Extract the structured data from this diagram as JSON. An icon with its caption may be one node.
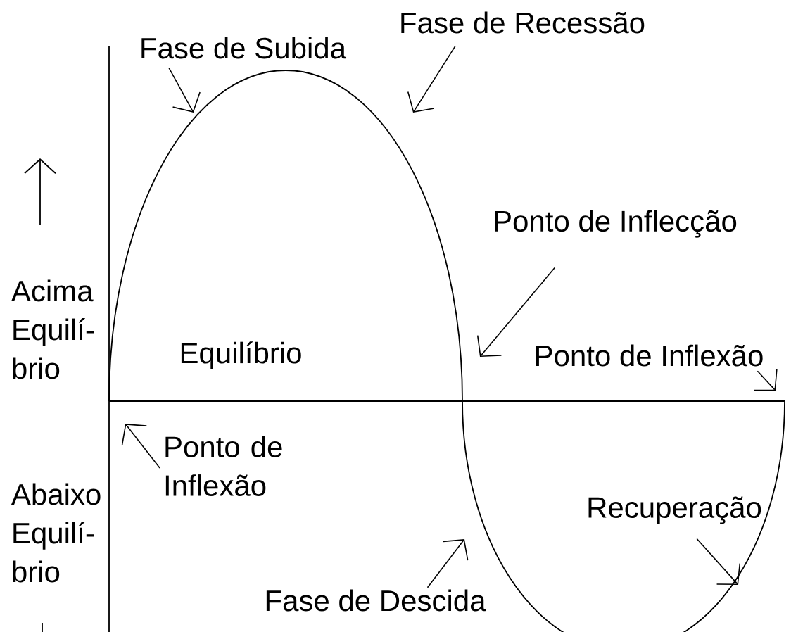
{
  "diagram": {
    "nodes": [
      {
        "text": [
          "Fase de Subida"
        ]
      },
      {
        "text": [
          "Fase de Recessão"
        ]
      },
      {
        "text": [
          "Ponto de Inflecção"
        ]
      },
      {
        "text": [
          "Ponto de Inflexão"
        ]
      },
      {
        "text": [
          "Ponto de Inflexão"
        ]
      },
      {
        "text": [
          "Recuperação"
        ]
      },
      {
        "text": [
          "Fase de Descida"
        ]
      }
    ],
    "edges": [
      {
        "from": 0,
        "to": null,
        "arrow": "to"
      },
      {
        "from": 1,
        "to": null,
        "arrow": "to"
      },
      {
        "from": 2,
        "to": null,
        "arrow": "to"
      },
      {
        "from": 3,
        "to": null,
        "arrow": "to"
      },
      {
        "from": 4,
        "to": null,
        "arrow": "to"
      },
      {
        "from": 5,
        "to": null,
        "arrow": "to"
      },
      {
        "from": 6,
        "to": null,
        "arrow": "to"
      }
    ],
    "labels": [
      "Acima Equilí- brio",
      "Equilíbrio",
      "Abaixo Equilí- brio"
    ]
  }
}
